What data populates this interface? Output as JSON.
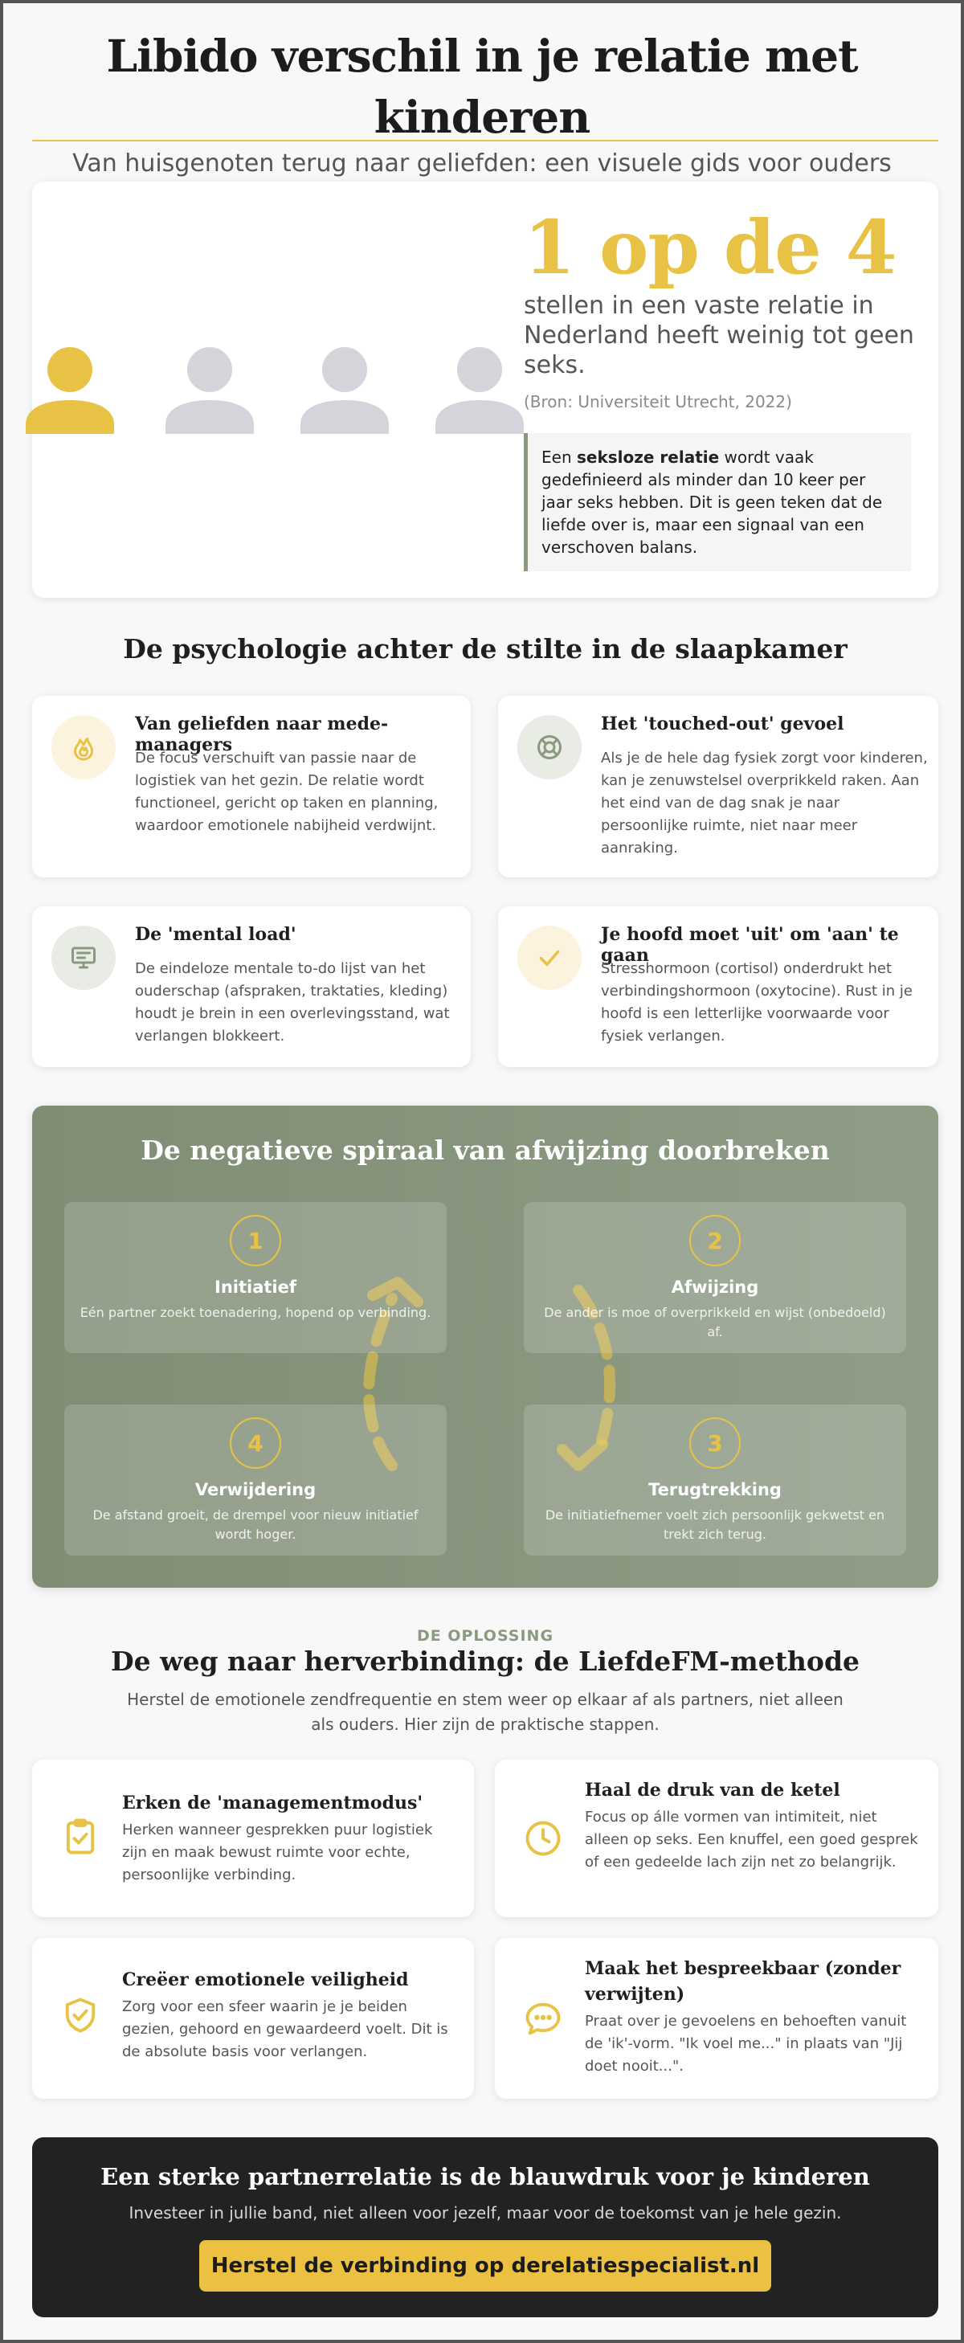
{
  "header": {
    "title": "Libido verschil in je relatie met kinderen",
    "subtitle": "Van huisgenoten terug naar geliefden: een visuele gids voor ouders"
  },
  "stat": {
    "big": "1 op de 4",
    "line": "stellen in een vaste relatie in Nederland heeft weinig tot geen seks.",
    "source": "(Bron: Universiteit Utrecht, 2022)",
    "definition": {
      "pre": "Een ",
      "bold": "seksloze relatie",
      "post": " wordt vaak gedefinieerd als minder dan 10 keer per jaar seks hebben. Dit is geen teken dat de liefde over is, maar een signaal van een verschoven balans."
    },
    "highlighted_people": 1,
    "total_people": 4
  },
  "psychology": {
    "title": "De psychologie achter de stilte in de slaapkamer",
    "cards": [
      {
        "icon": "flame-icon",
        "title": "Van geliefden naar mede-managers",
        "text": "De focus verschuift van passie naar de logistiek van het gezin. De relatie wordt functioneel, gericht op taken en planning, waardoor emotionele nabijheid verdwijnt."
      },
      {
        "icon": "lifebuoy-icon",
        "title": "Het 'touched-out' gevoel",
        "text": "Als je de hele dag fysiek zorgt voor kinderen, kan je zenuwstelsel overprikkeld raken. Aan het eind van de dag snak je naar persoonlijke ruimte, niet naar meer aanraking."
      },
      {
        "icon": "monitor-icon",
        "title": "De 'mental load'",
        "text": "De eindeloze mentale to-do lijst van het ouderschap (afspraken, traktaties, kleding) houdt je brein in een overlevingsstand, wat verlangen blokkeert."
      },
      {
        "icon": "checkmark-icon",
        "title": "Je hoofd moet 'uit' om 'aan' te gaan",
        "text": "Stresshormoon (cortisol) onderdrukt het verbindingshormoon (oxytocine). Rust in je hoofd is een letterlijke voorwaarde voor fysiek verlangen."
      }
    ]
  },
  "spiral": {
    "title": "De negatieve spiraal van afwijzing doorbreken",
    "steps": [
      {
        "num": "1",
        "title": "Initiatief",
        "text": "Eén partner zoekt toenadering, hopend op verbinding."
      },
      {
        "num": "2",
        "title": "Afwijzing",
        "text": "De ander is moe of overprikkeld en wijst (onbedoeld) af."
      },
      {
        "num": "4",
        "title": "Verwijdering",
        "text": "De afstand groeit, de drempel voor nieuw initiatief wordt hoger."
      },
      {
        "num": "3",
        "title": "Terugtrekking",
        "text": "De initiatiefnemer voelt zich persoonlijk gekwetst en trekt zich terug."
      }
    ]
  },
  "solution": {
    "eyebrow": "DE OPLOSSING",
    "title": "De weg naar herverbinding: de LiefdeFM-methode",
    "intro": "Herstel de emotionele zendfrequentie en stem weer op elkaar af als partners, niet alleen als ouders. Hier zijn de praktische stappen.",
    "cards": [
      {
        "icon": "clipboard-check-icon",
        "title": "Erken de 'managementmodus'",
        "text": "Herken wanneer gesprekken puur logistiek zijn en maak bewust ruimte voor echte, persoonlijke verbinding."
      },
      {
        "icon": "clock-icon",
        "title": "Haal de druk van de ketel",
        "text": "Focus op álle vormen van intimiteit, niet alleen op seks. Een knuffel, een goed gesprek of een gedeelde lach zijn net zo belangrijk."
      },
      {
        "icon": "shield-check-icon",
        "title": "Creëer emotionele veiligheid",
        "text": "Zorg voor een sfeer waarin je je beiden gezien, gehoord en gewaardeerd voelt. Dit is de absolute basis voor verlangen."
      },
      {
        "icon": "chat-bubble-icon",
        "title": "Maak het bespreekbaar (zonder verwijten)",
        "text": "Praat over je gevoelens en behoeften vanuit de 'ik'-vorm. \"Ik voel me...\" in plaats van \"Jij doet nooit...\"."
      }
    ]
  },
  "cta": {
    "title": "Een sterke partnerrelatie is de blauwdruk voor je kinderen",
    "text": "Investeer in jullie band, niet alleen voor jezelf, maar voor de toekomst van je hele gezin.",
    "button": "Herstel de verbinding op derelatiespecialist.nl"
  },
  "colors": {
    "gold": "#e8c245",
    "sage": "#8a9a80",
    "person_muted": "#d3d5db",
    "dark": "#222222"
  }
}
